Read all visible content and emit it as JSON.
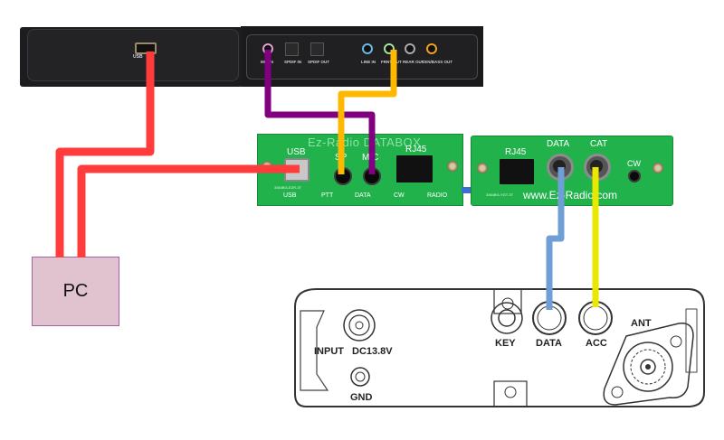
{
  "title": "Ez-Radio DATABOX wiring diagram",
  "pc_front_panel": {
    "usb_port_label": "USB"
  },
  "sound_card": {
    "jacks": [
      {
        "label": "MIC IN",
        "color": "#e0a0c8"
      },
      {
        "label": "SPDIF IN",
        "color": "#555555"
      },
      {
        "label": "SPDIF OUT",
        "color": "#555555"
      },
      {
        "label": "LINE IN",
        "color": "#6ab8e0"
      },
      {
        "label": "FRNT OUT",
        "color": "#a8e0a0"
      },
      {
        "label": "REAR OUT",
        "color": "#aaaaaa"
      },
      {
        "label": "CEN/BASS OUT",
        "color": "#f0a020"
      }
    ]
  },
  "databox": {
    "title": "Ez-Radio DATABOX",
    "usb_label": "USB",
    "spk_label": "SP",
    "mic_label": "MIC",
    "rj45_label": "RJ45",
    "serial": "3364BG-EZR-3T",
    "leds": [
      "USB",
      "PTT",
      "DATA",
      "CW",
      "RADIO"
    ]
  },
  "radio_interface": {
    "rj45_label": "RJ45",
    "data_label": "DATA",
    "cat_label": "CAT",
    "cw_label": "CW",
    "website": "www.Ez-Radio.com",
    "serial": "3364BG-YGT-3T"
  },
  "pc_box": {
    "label": "PC"
  },
  "radio": {
    "labels": {
      "input": "INPUT",
      "dc": "DC13.8V",
      "gnd": "GND",
      "key": "KEY",
      "data": "DATA",
      "acc": "ACC",
      "ant": "ANT"
    }
  },
  "cables": [
    {
      "name": "usb-front-panel-to-pc",
      "color": "#ff3b3b"
    },
    {
      "name": "usb-databox-to-pc",
      "color": "#ff3b3b"
    },
    {
      "name": "mic-in-to-databox-mic",
      "color": "#800080"
    },
    {
      "name": "front-out-to-databox-sp",
      "color": "#ffb800"
    },
    {
      "name": "data-port-to-radio-data",
      "color": "#6f9fd4"
    },
    {
      "name": "cat-port-to-radio-acc",
      "color": "#e8e800"
    }
  ]
}
